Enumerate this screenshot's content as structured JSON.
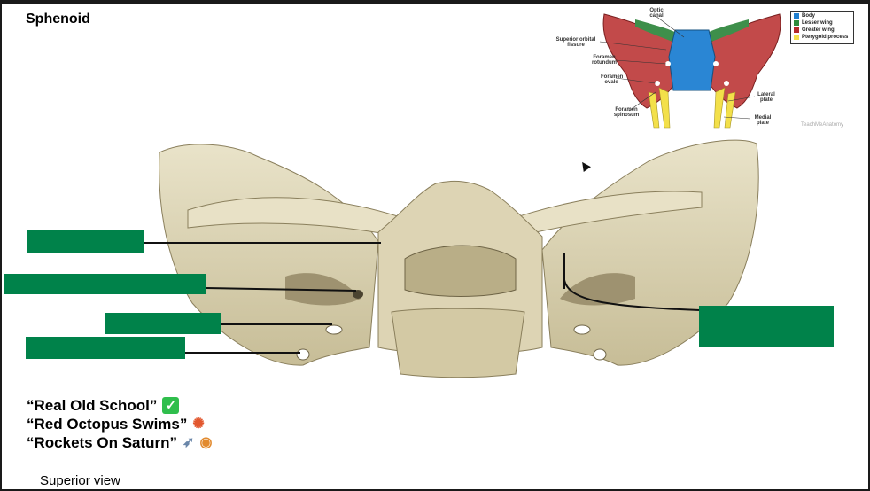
{
  "slide": {
    "title": "Sphenoid",
    "caption": "Superior view"
  },
  "mnemonics": [
    {
      "text": "“Real Old School”",
      "emoji": "check-mark-icon"
    },
    {
      "text": "“Red Octopus Swims”",
      "emoji": "octopus-icon"
    },
    {
      "text": "“Rockets On Saturn”",
      "emoji": "rocket-planet-icon"
    }
  ],
  "inset": {
    "labels": {
      "optic_canal": "Optic canal",
      "superior_orbital_fissure": "Superior orbital fissure",
      "foramen_rotundum": "Foramen rotundum",
      "foramen_ovale": "Foramen ovale",
      "foramen_spinosum": "Foramen spinosum",
      "lateral_plate": "Lateral plate",
      "medial_plate": "Medial plate"
    },
    "legend": [
      {
        "label": "Body",
        "color": "#1f7fd0"
      },
      {
        "label": "Lesser wing",
        "color": "#2e8b3a"
      },
      {
        "label": "Greater wing",
        "color": "#b52a2a"
      },
      {
        "label": "Pterygoid process",
        "color": "#f3e04a"
      }
    ],
    "watermark": "TeachMeAnatomy"
  },
  "colors": {
    "label_box": "#00824a",
    "bone": "#d8cfb0"
  }
}
